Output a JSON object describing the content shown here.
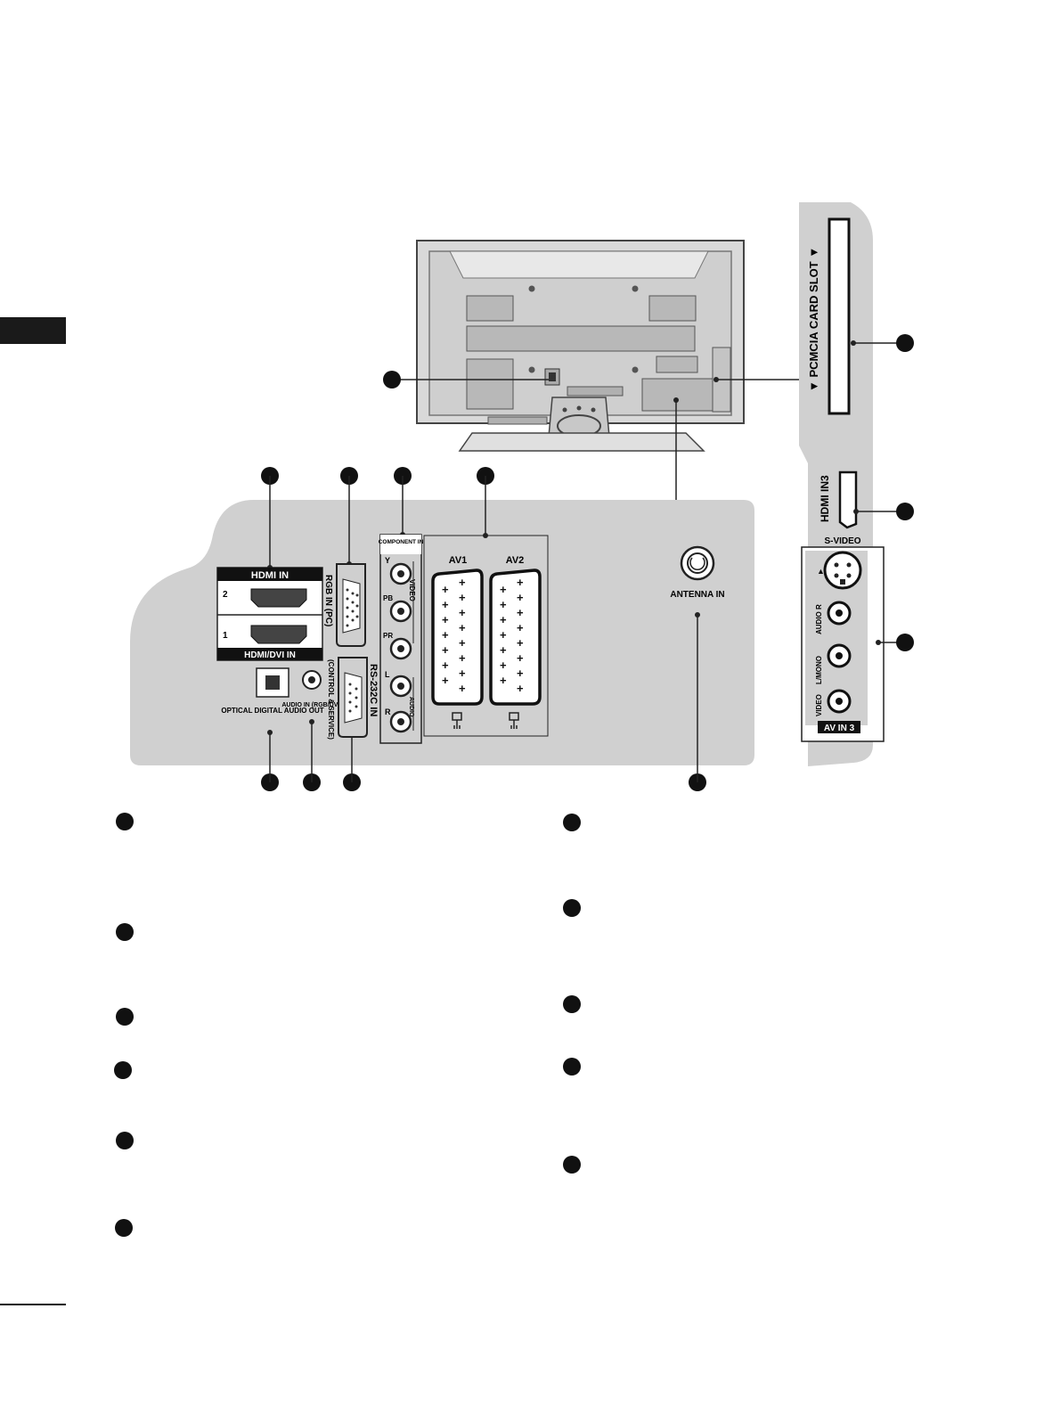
{
  "panel_labels": {
    "hdmi_in": "HDMI IN",
    "hdmi_2": "2",
    "hdmi_1": "1",
    "hdmi_dvi_in": "HDMI/DVI IN",
    "rgb_in_pc": "RGB IN (PC)",
    "component_in": "COMPONENT IN",
    "y": "Y",
    "pb": "PB",
    "pr": "PR",
    "video": "VIDEO",
    "audio": "AUDIO",
    "l": "L",
    "r": "R",
    "av1": "AV1",
    "av2": "AV2",
    "antenna_in": "ANTENNA IN",
    "optical_digital_audio_out": "OPTICAL DIGITAL AUDIO OUT",
    "audio_in_rgb_dvi": "AUDIO IN (RGB/DVI)",
    "rs232c_in": "RS-232C IN",
    "control_service": "(CONTROL & SERVICE)"
  },
  "side_labels": {
    "pcmcia_card_slot": "▼ PCMCIA CARD SLOT ▼",
    "hdmi_in3": "HDMI IN3",
    "s_video": "S-VIDEO",
    "audio_r": "AUDIO R",
    "l_mono": "L/MONO",
    "video": "VIDEO",
    "av_in3": "AV IN 3"
  }
}
